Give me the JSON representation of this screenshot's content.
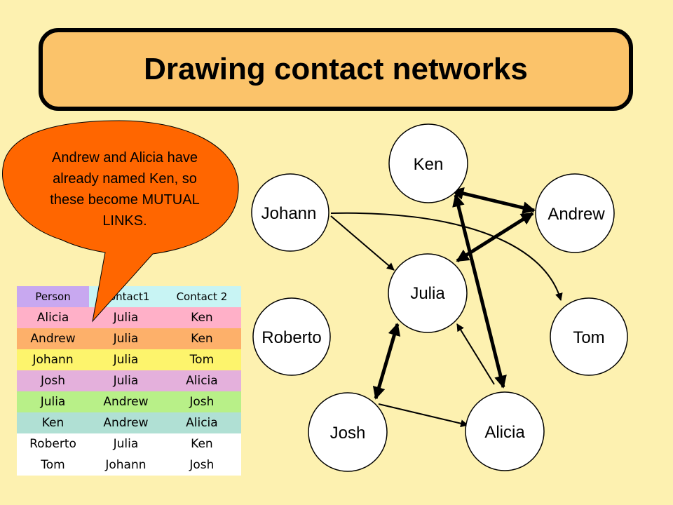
{
  "title": "Drawing contact networks",
  "callout": {
    "text": "Andrew and Alicia have already named Ken, so these become MUTUAL LINKS."
  },
  "table": {
    "headers": [
      "Person",
      "Contact1",
      "Contact 2"
    ],
    "header_colors": [
      "#c8a8f0",
      "#c8f4f4",
      "#c8f4f4"
    ],
    "rows": [
      {
        "cells": [
          "Alicia",
          "Julia",
          "Ken"
        ],
        "color": "#ffb0c8"
      },
      {
        "cells": [
          "Andrew",
          "Julia",
          "Ken"
        ],
        "color": "#fdb06a"
      },
      {
        "cells": [
          "Johann",
          "Julia",
          "Tom"
        ],
        "color": "#fdf46c"
      },
      {
        "cells": [
          "Josh",
          "Julia",
          "Alicia"
        ],
        "color": "#e4b0dc"
      },
      {
        "cells": [
          "Julia",
          "Andrew",
          "Josh"
        ],
        "color": "#b8f088"
      },
      {
        "cells": [
          "Ken",
          "Andrew",
          "Alicia"
        ],
        "color": "#b0e0d4"
      },
      {
        "cells": [
          "Roberto",
          "Julia",
          "Ken"
        ],
        "color": "#ffffff"
      },
      {
        "cells": [
          "Tom",
          "Johann",
          "Josh"
        ],
        "color": "#ffffff"
      }
    ]
  },
  "network": {
    "nodes": [
      {
        "id": "ken",
        "label": "Ken"
      },
      {
        "id": "johann",
        "label": "Johann"
      },
      {
        "id": "andrew",
        "label": "Andrew"
      },
      {
        "id": "julia",
        "label": "Julia"
      },
      {
        "id": "roberto",
        "label": "Roberto"
      },
      {
        "id": "tom",
        "label": "Tom"
      },
      {
        "id": "josh",
        "label": "Josh"
      },
      {
        "id": "alicia",
        "label": "Alicia"
      }
    ]
  },
  "colors": {
    "background": "#fdf1b0",
    "title_fill": "#fbc36a",
    "callout_fill": "#ff6600"
  }
}
